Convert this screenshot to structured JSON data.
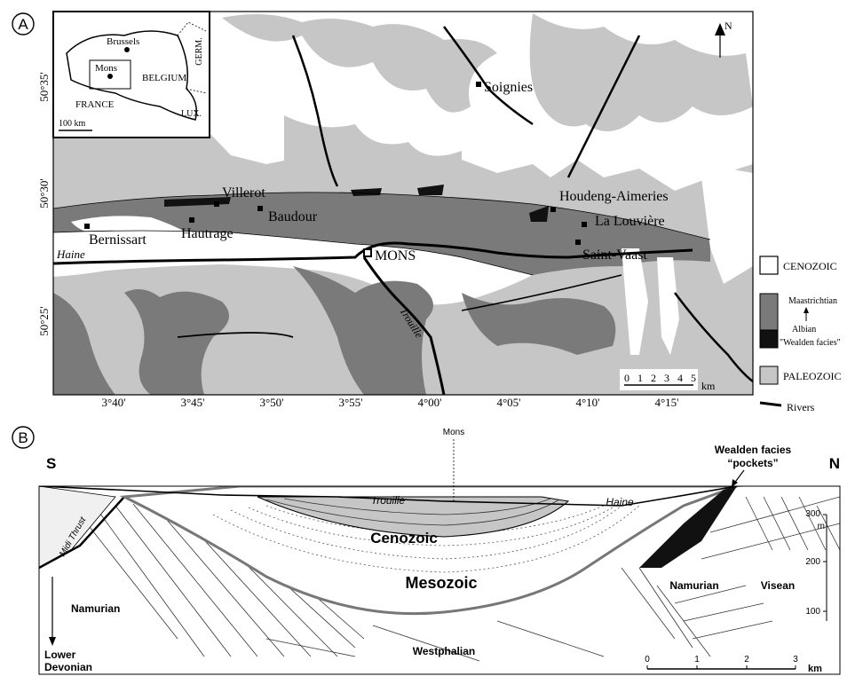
{
  "panel_a": {
    "panel_label": "A",
    "inset": {
      "capital": "Brussels",
      "country": "BELGIUM",
      "neighbor_south": "FRANCE",
      "neighbor_east": "GERM.",
      "neighbor_se": "LUX.",
      "city": "Mons",
      "scale": "100 km"
    },
    "lat_labels": [
      "50°35'",
      "50°30'",
      "50°25'"
    ],
    "lon_labels": [
      "3°40'",
      "3°45'",
      "3°50'",
      "3°55'",
      "4°00'",
      "4°05'",
      "4°10'",
      "4°15'"
    ],
    "towns": {
      "soignies": "Soignies",
      "villerot": "Villerot",
      "baudour": "Baudour",
      "hautrage": "Hautrage",
      "bernissart": "Bernissart",
      "mons": "MONS",
      "houdeng": "Houdeng-Aimeries",
      "la_louviere": "La Louvière",
      "saint_vaast": "Saint-Vaast"
    },
    "rivers": {
      "haine": "Haine",
      "trouille": "Trouille"
    },
    "north": "N",
    "scale": {
      "ticks": [
        "0",
        "1",
        "2",
        "3",
        "4",
        "5"
      ],
      "unit": "km"
    },
    "legend": {
      "cenozoic": "CENOZOIC",
      "maastrichtian": "Maastrichtian",
      "albian": "Albian",
      "wealden": "\"Wealden facies\"",
      "paleozoic": "PALEOZOIC",
      "rivers": "Rivers"
    },
    "colors": {
      "cenozoic": "#ffffff",
      "mesozoic": "#7a7a7a",
      "wealden": "#111111",
      "paleozoic": "#c6c6c6"
    }
  },
  "panel_b": {
    "panel_label": "B",
    "south": "S",
    "north": "N",
    "mons": "Mons",
    "wealden_line1": "Wealden facies",
    "wealden_line2": "“pockets”",
    "trouille": "Trouille",
    "haine": "Haine",
    "cenozoic": "Cenozoic",
    "mesozoic": "Mesozoic",
    "midi_thrust": "Midi Thrust",
    "namurian_left": "Namurian",
    "lower": "Lower",
    "devonian": "Devonian",
    "westphalian": "Westphalian",
    "namurian_right": "Namurian",
    "visean": "Visean",
    "depth_ticks": [
      "300",
      "200",
      "100"
    ],
    "depth_unit": "m",
    "scale_ticks": [
      "0",
      "1",
      "2",
      "3"
    ],
    "scale_unit": "km"
  }
}
